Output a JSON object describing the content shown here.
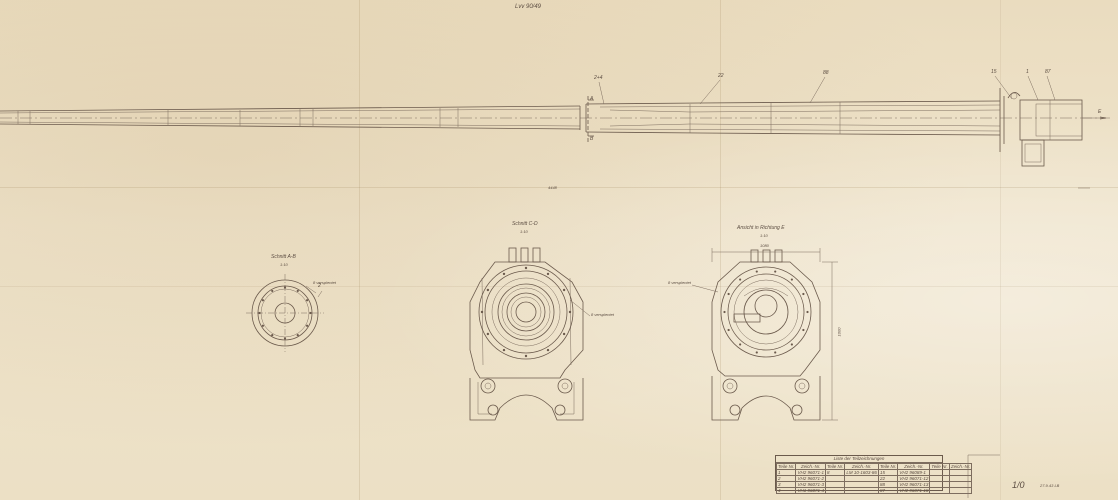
{
  "header": {
    "note": "Lvv 90/49"
  },
  "sections": {
    "ab": {
      "title": "Schnitt A-B",
      "scale": "1:10",
      "note": "8 versplentet",
      "callout": "2"
    },
    "cd": {
      "title": "Schnitt C-D",
      "scale": "1:10",
      "note": "8 versplentet"
    },
    "view_e": {
      "title": "Ansicht in Richtung E",
      "scale": "1:10",
      "note": "8 versplentet",
      "dim_top": "1080",
      "dim_side": "1000"
    }
  },
  "barrel": {
    "callouts": [
      "2+4",
      "22",
      "88",
      "15",
      "1",
      "87"
    ],
    "section_a": "A",
    "section_b": "B",
    "view_e": "E",
    "center_note": "4448"
  },
  "parts_list": {
    "title": "Liste der Teilzeichnungen",
    "headers": [
      "Teile Nr.",
      "Zeich.-Nr.",
      "Teile Nr.",
      "Zeich.-Nr.",
      "Teile Nr.",
      "Zeich.-Nr.",
      "Teile Nr.",
      "Zeich.-Nr."
    ],
    "rows": [
      [
        "1",
        "VH2 96071-1",
        "8",
        "LM 10-1603-86",
        "15",
        "VH2 96089-1",
        "",
        ""
      ],
      [
        "2",
        "VH2 96071-2",
        "",
        "",
        "22",
        "VH2 96071-12",
        "",
        ""
      ],
      [
        "3",
        "VH2 96071-3",
        "",
        "",
        "88",
        "VH2 96071-13",
        "",
        ""
      ],
      [
        "4",
        "VH1 96071-4",
        "",
        "",
        "87",
        "VH2 96071-18",
        "",
        ""
      ]
    ]
  },
  "corner": {
    "sheet_mark": "1/0",
    "stamp": "27.9.43 LB"
  }
}
